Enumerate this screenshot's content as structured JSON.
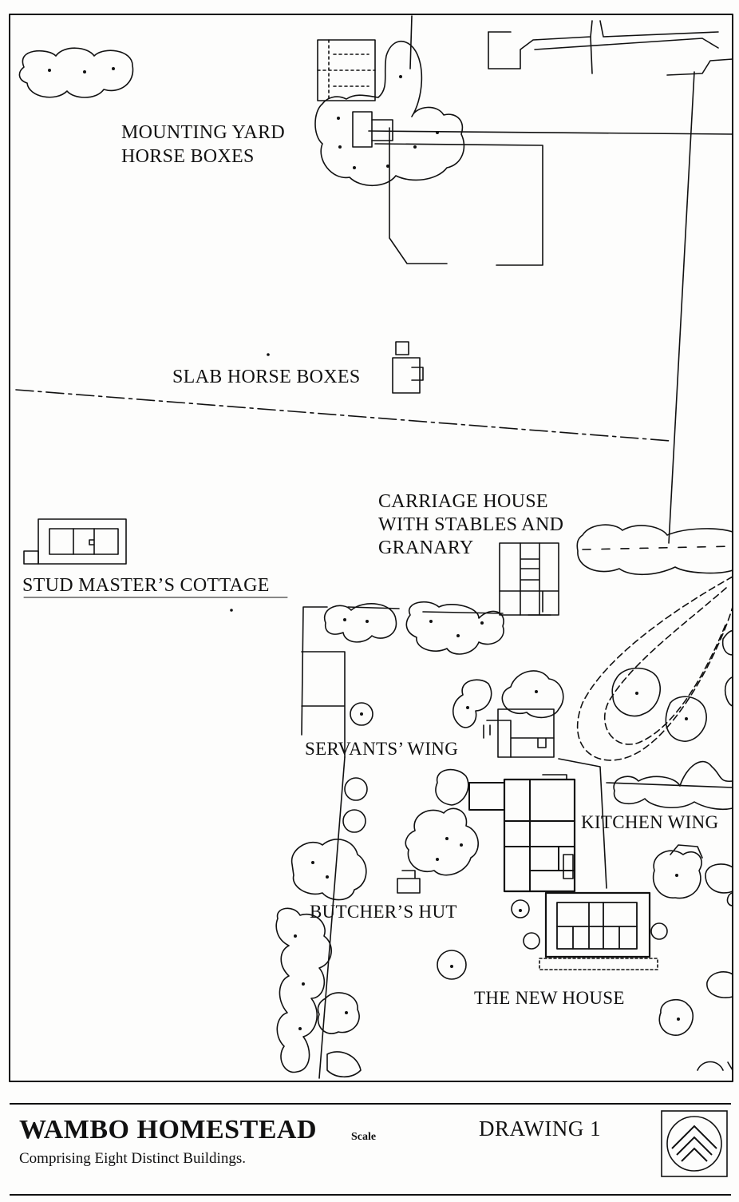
{
  "labels": {
    "mounting_yard_1": "MOUNTING YARD",
    "mounting_yard_2": "HORSE BOXES",
    "slab_horse_boxes": "SLAB HORSE BOXES",
    "carriage_1": "CARRIAGE HOUSE",
    "carriage_2": "WITH STABLES AND",
    "carriage_3": "GRANARY",
    "stud_master": "STUD MASTER’S COTTAGE",
    "servants_wing": "SERVANTS’ WING",
    "kitchen_wing": "KITCHEN WING",
    "butchers_hut": "BUTCHER’S HUT",
    "new_house": "THE NEW HOUSE"
  },
  "title_block": {
    "title": "WAMBO HOMESTEAD",
    "scale_label": "Scale",
    "subtitle": "Comprising Eight Distinct Buildings.",
    "drawing_number": "DRAWING 1"
  },
  "icons": {
    "logo": "triangle-roof-logo-icon"
  },
  "colors": {
    "ink": "#111111",
    "paper": "#fdfdfc"
  }
}
